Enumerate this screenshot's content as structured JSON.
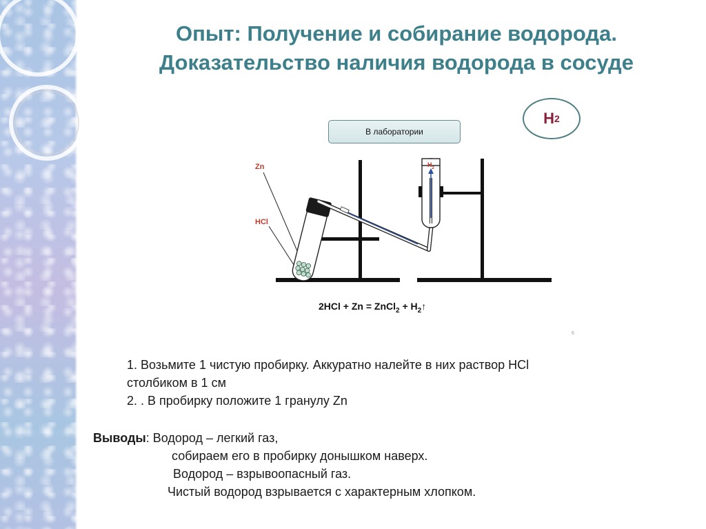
{
  "title": {
    "line1": "Опыт: Получение и собирание водорода.",
    "line2": "Доказательство наличия водорода в сосуде"
  },
  "diagram": {
    "location_label": "В лаборатории",
    "badge": {
      "element": "H",
      "subscript": "2"
    },
    "labels": {
      "zn": "Zn",
      "hcl": "HCl",
      "h2_element": "H",
      "h2_subscript": "2"
    },
    "equation": {
      "left": "2HCl + Zn  =  ZnCl",
      "sub1": "2",
      "middle": "  + H",
      "sub2": "2",
      "arrow": "↑"
    },
    "page_number": "6"
  },
  "steps": {
    "step1_line1": "1.     Возьмите 1 чистую пробирку. Аккуратно налейте в них раствор HCl",
    "step1_line2": "столбиком в  1 см",
    "step2": "2.  . В  пробирку положите  1 гранулу Zn"
  },
  "conclusions": {
    "heading": "Выводы",
    "line1": ": Водород – легкий газ,",
    "line2": "собираем его в пробирку донышком наверх.",
    "line3": "Водород – взрывоопасный газ.",
    "line4": "Чистый водород взрывается с характерным  хлопком."
  },
  "colors": {
    "title": "#3d7f8a",
    "badge_text": "#8a1f3a",
    "label_red": "#c0392b",
    "tube_blue": "#2f4f9a"
  }
}
